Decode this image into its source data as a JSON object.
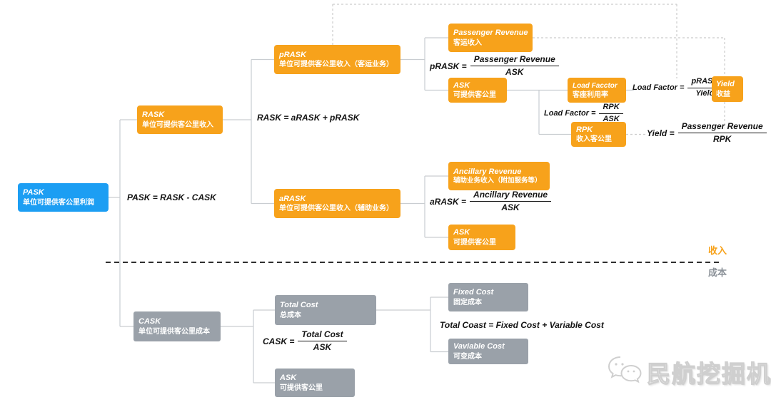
{
  "nodes": {
    "pask": {
      "title": "PASK",
      "subtitle": "单位可提供客公里利润"
    },
    "rask": {
      "title": "RASK",
      "subtitle": "单位可提供客公里收入"
    },
    "prask": {
      "title": "pRASK",
      "subtitle": "单位可提供客公里收入（客运业务）"
    },
    "arask": {
      "title": "aRASK",
      "subtitle": "单位可提供客公里收入（辅助业务）"
    },
    "passenger_revenue": {
      "title": "Passenger Revenue",
      "subtitle": "客运收入"
    },
    "ask1": {
      "title": "ASK",
      "subtitle": "可提供客公里"
    },
    "load_factor": {
      "title": "Load Facctor",
      "subtitle": "客座利用率"
    },
    "rpk": {
      "title": "RPK",
      "subtitle": "收入客公里"
    },
    "yield": {
      "title": "Yield",
      "subtitle": "收益"
    },
    "ancillary_revenue": {
      "title": "Ancillary Revenue",
      "subtitle": "辅助业务收入（附加服务等）"
    },
    "ask2": {
      "title": "ASK",
      "subtitle": "可提供客公里"
    },
    "cask": {
      "title": "CASK",
      "subtitle": "单位可提供客公里成本"
    },
    "total_cost": {
      "title": "Total Cost",
      "subtitle": "总成本"
    },
    "ask3": {
      "title": "ASK",
      "subtitle": "可提供客公里"
    },
    "fixed_cost": {
      "title": "Fixed Cost",
      "subtitle": "固定成本"
    },
    "variable_cost": {
      "title": "Vaviable Cost",
      "subtitle": "可变成本"
    }
  },
  "formulas": {
    "pask_eq": "PASK = RASK - CASK",
    "rask_eq": "RASK = aRASK + pRASK",
    "total_cost_eq": "Total Coast = Fixed Cost + Variable Cost",
    "prask_frac": {
      "lhs": "pRASK =",
      "num": "Passenger Revenue",
      "den": "ASK"
    },
    "load_factor_rpk_frac": {
      "lhs": "Load Factor =",
      "num": "RPK",
      "den": "ASK"
    },
    "load_factor_yield_frac": {
      "lhs": "Load Factor =",
      "num": "pRASK",
      "den": "Yield"
    },
    "yield_frac": {
      "lhs": "Yield =",
      "num": "Passenger Revenue",
      "den": "RPK"
    },
    "arask_frac": {
      "lhs": "aRASK =",
      "num": "Ancillary Revenue",
      "den": "ASK"
    },
    "cask_frac": {
      "lhs": "CASK =",
      "num": "Total Cost",
      "den": "ASK"
    }
  },
  "section_labels": {
    "revenue": "收入",
    "cost": "成本"
  },
  "logo": {
    "text": "民航挖掘机",
    "icon": "wechat-icon"
  },
  "colors": {
    "box_orange": "#F7A21B",
    "box_blue": "#1C9EF3",
    "box_gray": "#9AA1A9",
    "connector_line": "#C9CDD1",
    "divider_dash": "#2F2F2F",
    "revenue_label": "#F7A21B",
    "cost_label": "#8C9299"
  }
}
